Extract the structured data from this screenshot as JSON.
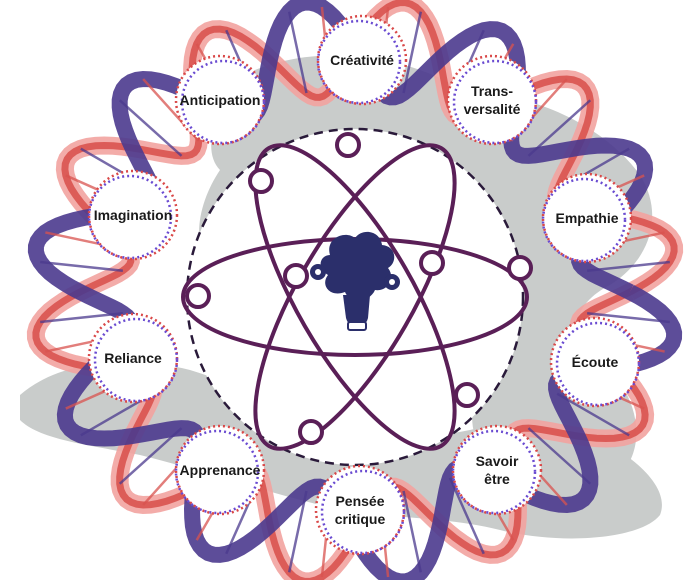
{
  "colors": {
    "map": "#c9cccb",
    "strand_a": "#4b3a8e",
    "strand_b": "#d9534f",
    "strand_b_light": "#f2a3a0",
    "node_ring_red": "#d94848",
    "node_ring_blue": "#6a4bd1",
    "atom": "#5a1f57",
    "brain": "#2b2f6b"
  },
  "center": {
    "icon": "brain-gears-lightbulb-icon"
  },
  "nodes": [
    {
      "id": "creativite",
      "label": "Créativité"
    },
    {
      "id": "transversalite",
      "label": "Trans-\nversalité"
    },
    {
      "id": "empathie",
      "label": "Empathie"
    },
    {
      "id": "ecoute",
      "label": "Écoute"
    },
    {
      "id": "savoir-etre",
      "label": "Savoir\nêtre"
    },
    {
      "id": "pensee-critique",
      "label": "Pensée\ncritique"
    },
    {
      "id": "apprenance",
      "label": "Apprenance"
    },
    {
      "id": "reliance",
      "label": "Reliance"
    },
    {
      "id": "imagination",
      "label": "Imagination"
    },
    {
      "id": "anticipation",
      "label": "Anticipation"
    }
  ]
}
